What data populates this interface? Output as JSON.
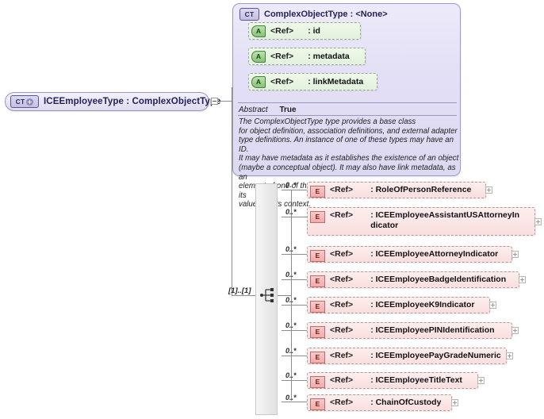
{
  "diagram": {
    "kind": "xsd-schema-diagram",
    "root": {
      "badge": "CT",
      "badge_icon": "complex-type-plus-icon",
      "label": "ICEEmployeeType : ComplexObjectType",
      "toggle": "minus"
    },
    "base_type": {
      "badge": "CT",
      "badge_icon": "complex-type-icon",
      "title": "ComplexObjectType : <None>",
      "attributes": [
        {
          "badge": "A",
          "ref": "<Ref>",
          "name": ": id"
        },
        {
          "badge": "A",
          "ref": "<Ref>",
          "name": ": metadata"
        },
        {
          "badge": "A",
          "ref": "<Ref>",
          "name": ": linkMetadata"
        }
      ],
      "abstract_key": "Abstract",
      "abstract_value": "True",
      "documentation": "The ComplexObjectType type provides a base class\nfor object definition, association definitions, and external adapter\ntype definitions. An instance of one of these types may have an ID.\nIt may have metadata as it establishes the existence of an object\n(maybe a conceptual object). It may also have link metadata, as an\nelement of one of these types establishes a relationship between its\nvalue and its context."
    },
    "compositor": {
      "icon": "sequence-icon",
      "occurrence": "[1]..[1]"
    },
    "elements": [
      {
        "badge": "E",
        "ref": "<Ref>",
        "name": ": RoleOfPersonReference",
        "cardinality": "0..*"
      },
      {
        "badge": "E",
        "ref": "<Ref>",
        "name": ": ICEEmployeeAssistantUSAttorneyIn\ndicator",
        "cardinality": "0..*"
      },
      {
        "badge": "E",
        "ref": "<Ref>",
        "name": ": ICEEmployeeAttorneyIndicator",
        "cardinality": "0..*"
      },
      {
        "badge": "E",
        "ref": "<Ref>",
        "name": ": ICEEmployeeBadgeIdentification",
        "cardinality": "0..*"
      },
      {
        "badge": "E",
        "ref": "<Ref>",
        "name": ": ICEEmployeeK9Indicator",
        "cardinality": "0..*"
      },
      {
        "badge": "E",
        "ref": "<Ref>",
        "name": ": ICEEmployeePINIdentification",
        "cardinality": "0..*"
      },
      {
        "badge": "E",
        "ref": "<Ref>",
        "name": ": ICEEmployeePayGradeNumeric",
        "cardinality": "0..*"
      },
      {
        "badge": "E",
        "ref": "<Ref>",
        "name": ": ICEEmployeeTitleText",
        "cardinality": "0..*"
      },
      {
        "badge": "E",
        "ref": "<Ref>",
        "name": ": ChainOfCustody",
        "cardinality": "0..*"
      }
    ],
    "colors": {
      "complex_type_fill": "#e3e0f6",
      "complex_type_border": "#9e9bc2",
      "attribute_fill": "#e2f2dc",
      "element_fill": "#fadede",
      "element_border": "#b09b9b",
      "connector": "#8c8c8c"
    }
  }
}
